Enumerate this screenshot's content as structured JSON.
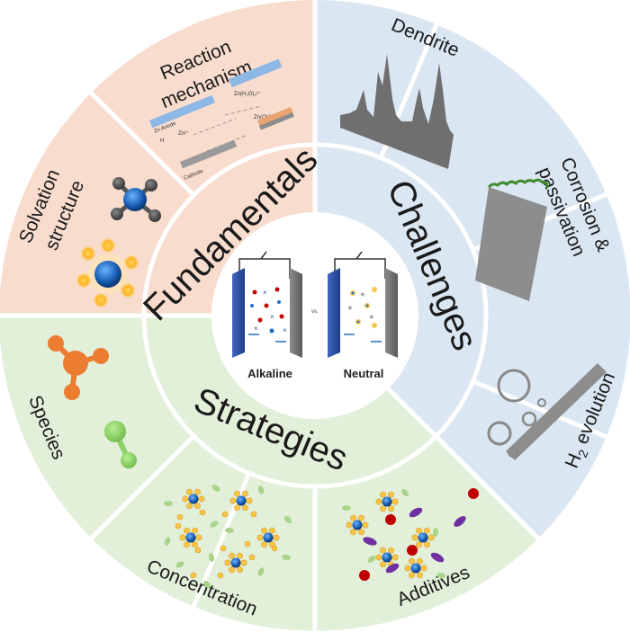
{
  "center": {
    "left_label": "Alkaline",
    "right_label": "Neutral",
    "vs_label": "vs."
  },
  "rings": {
    "fundamentals": "Fundamentals",
    "challenges": "Challenges",
    "strategies": "Strategies"
  },
  "sections": {
    "reaction_mechanism_line1": "Reaction",
    "reaction_mechanism_line2": "mechanism",
    "solvation_line1": "Solvation",
    "solvation_line2": "structure",
    "dendrite": "Dendrite",
    "corrosion_line1": "Corrosion &",
    "corrosion_line2": "passivation",
    "h2_prefix": "H",
    "h2_sub": "2",
    "h2_suffix": " evolution",
    "species": "Species",
    "concentration": "Concentration",
    "additives": "Additives"
  },
  "reaction_mechanism_small": {
    "zn_anode": "Zn Anode",
    "h2": "H",
    "zn2": "Zn²⁺",
    "complex1": "Zn(H₂O)₆²⁺",
    "complex2": "Zn(OH)₄²⁻",
    "cathode": "Cathode"
  },
  "colors": {
    "fundamentals_fill": "#f8dccd",
    "challenges_fill": "#dae6f2",
    "strategies_fill": "#e2efd9",
    "divider": "#ffffff",
    "center_fill": "#ffffff",
    "anode_blue": "#2f4e9e",
    "cathode_gray": "#6e6e6e",
    "orange_molecule": "#ec7c30",
    "green_molecule": "#8fd16a",
    "zn_blue": "#1f6fc6",
    "ligand_orange": "#f6c54a",
    "red_additive": "#c00000",
    "purple_additive": "#7030a0"
  }
}
